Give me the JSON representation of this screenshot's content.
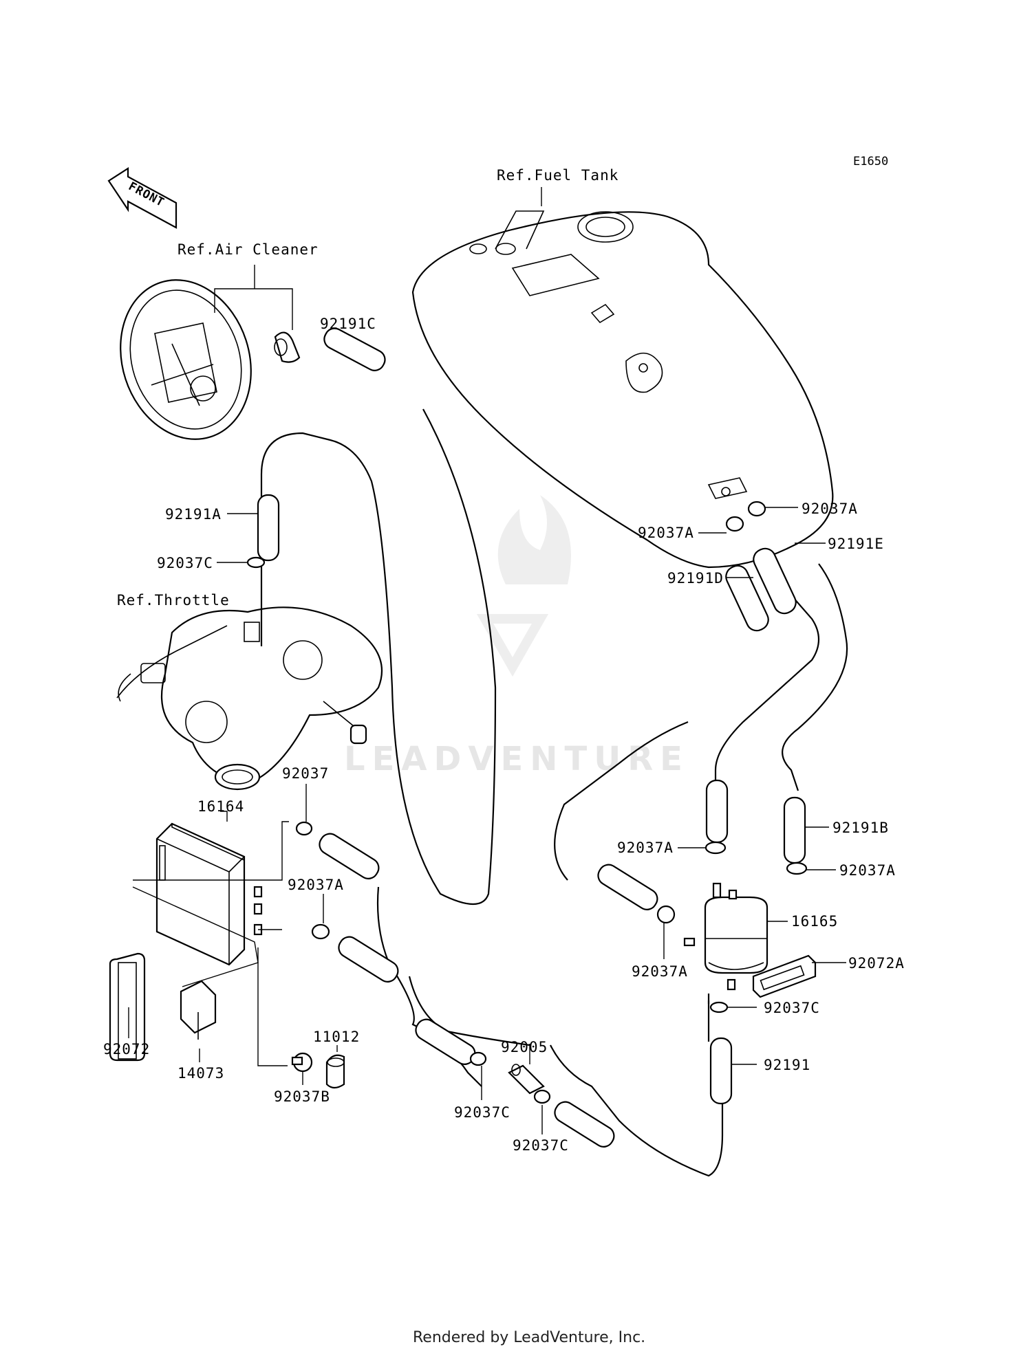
{
  "diagram_code": "E1650",
  "front_arrow_label": "FRONT",
  "refs": {
    "fuel_tank": "Ref.Fuel Tank",
    "air_cleaner": "Ref.Air Cleaner",
    "throttle": "Ref.Throttle"
  },
  "parts": {
    "p92191C": "92191C",
    "p92191A": "92191A",
    "p92037C_top": "92037C",
    "p92037A_tank1": "92037A",
    "p92037A_tank2": "92037A",
    "p92191E": "92191E",
    "p92191D": "92191D",
    "p92037": "92037",
    "p16164": "16164",
    "p92037A_left": "92037A",
    "p92191B": "92191B",
    "p92037A_filter1": "92037A",
    "p92037A_filter2": "92037A",
    "p16165": "16165",
    "p92037A_filter3": "92037A",
    "p92072A": "92072A",
    "p92037C_filter": "92037C",
    "p92191": "92191",
    "p92072": "92072",
    "p14073": "14073",
    "p11012": "11012",
    "p92037B": "92037B",
    "p92005": "92005",
    "p92037C_b1": "92037C",
    "p92037C_b2": "92037C"
  },
  "watermark": "LEADVENTURE",
  "footer": "Rendered by LeadVenture, Inc."
}
